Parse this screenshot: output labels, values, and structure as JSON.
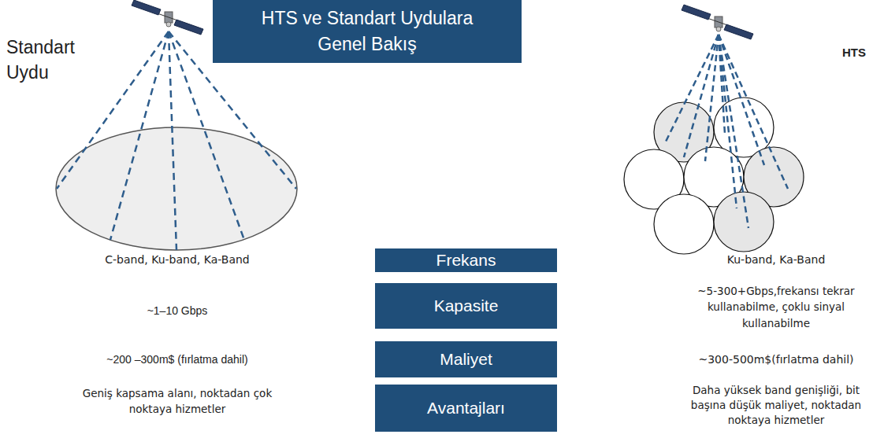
{
  "diagram": {
    "title": "HTS ve Standart Uydulara Genel Bakış",
    "nodes": [
      {
        "text": [
          "Frekans"
        ]
      },
      {
        "text": [
          "Kapasite"
        ]
      },
      {
        "text": [
          "Maliyet"
        ]
      },
      {
        "text": [
          "Avantajları"
        ]
      }
    ],
    "labels": [
      "Standart Uydu",
      "HTS",
      "C-band, Ku-band, Ka-Band",
      "Ku-band, Ka-Band",
      "~1–10 Gbps",
      "~5-300+Gbps,frekansı tekrar kullanabilme, çoklu sinyal kullanabilme",
      "~200 –300m$ (fırlatma dahil)",
      "~300-500m$(fırlatma dahil)",
      "Geniş kapsama alanı, noktadan çok noktaya hizmetler",
      "Daha yüksek band genişliği, bit başına düşük maliyet, noktadan noktaya hizmetler"
    ]
  }
}
